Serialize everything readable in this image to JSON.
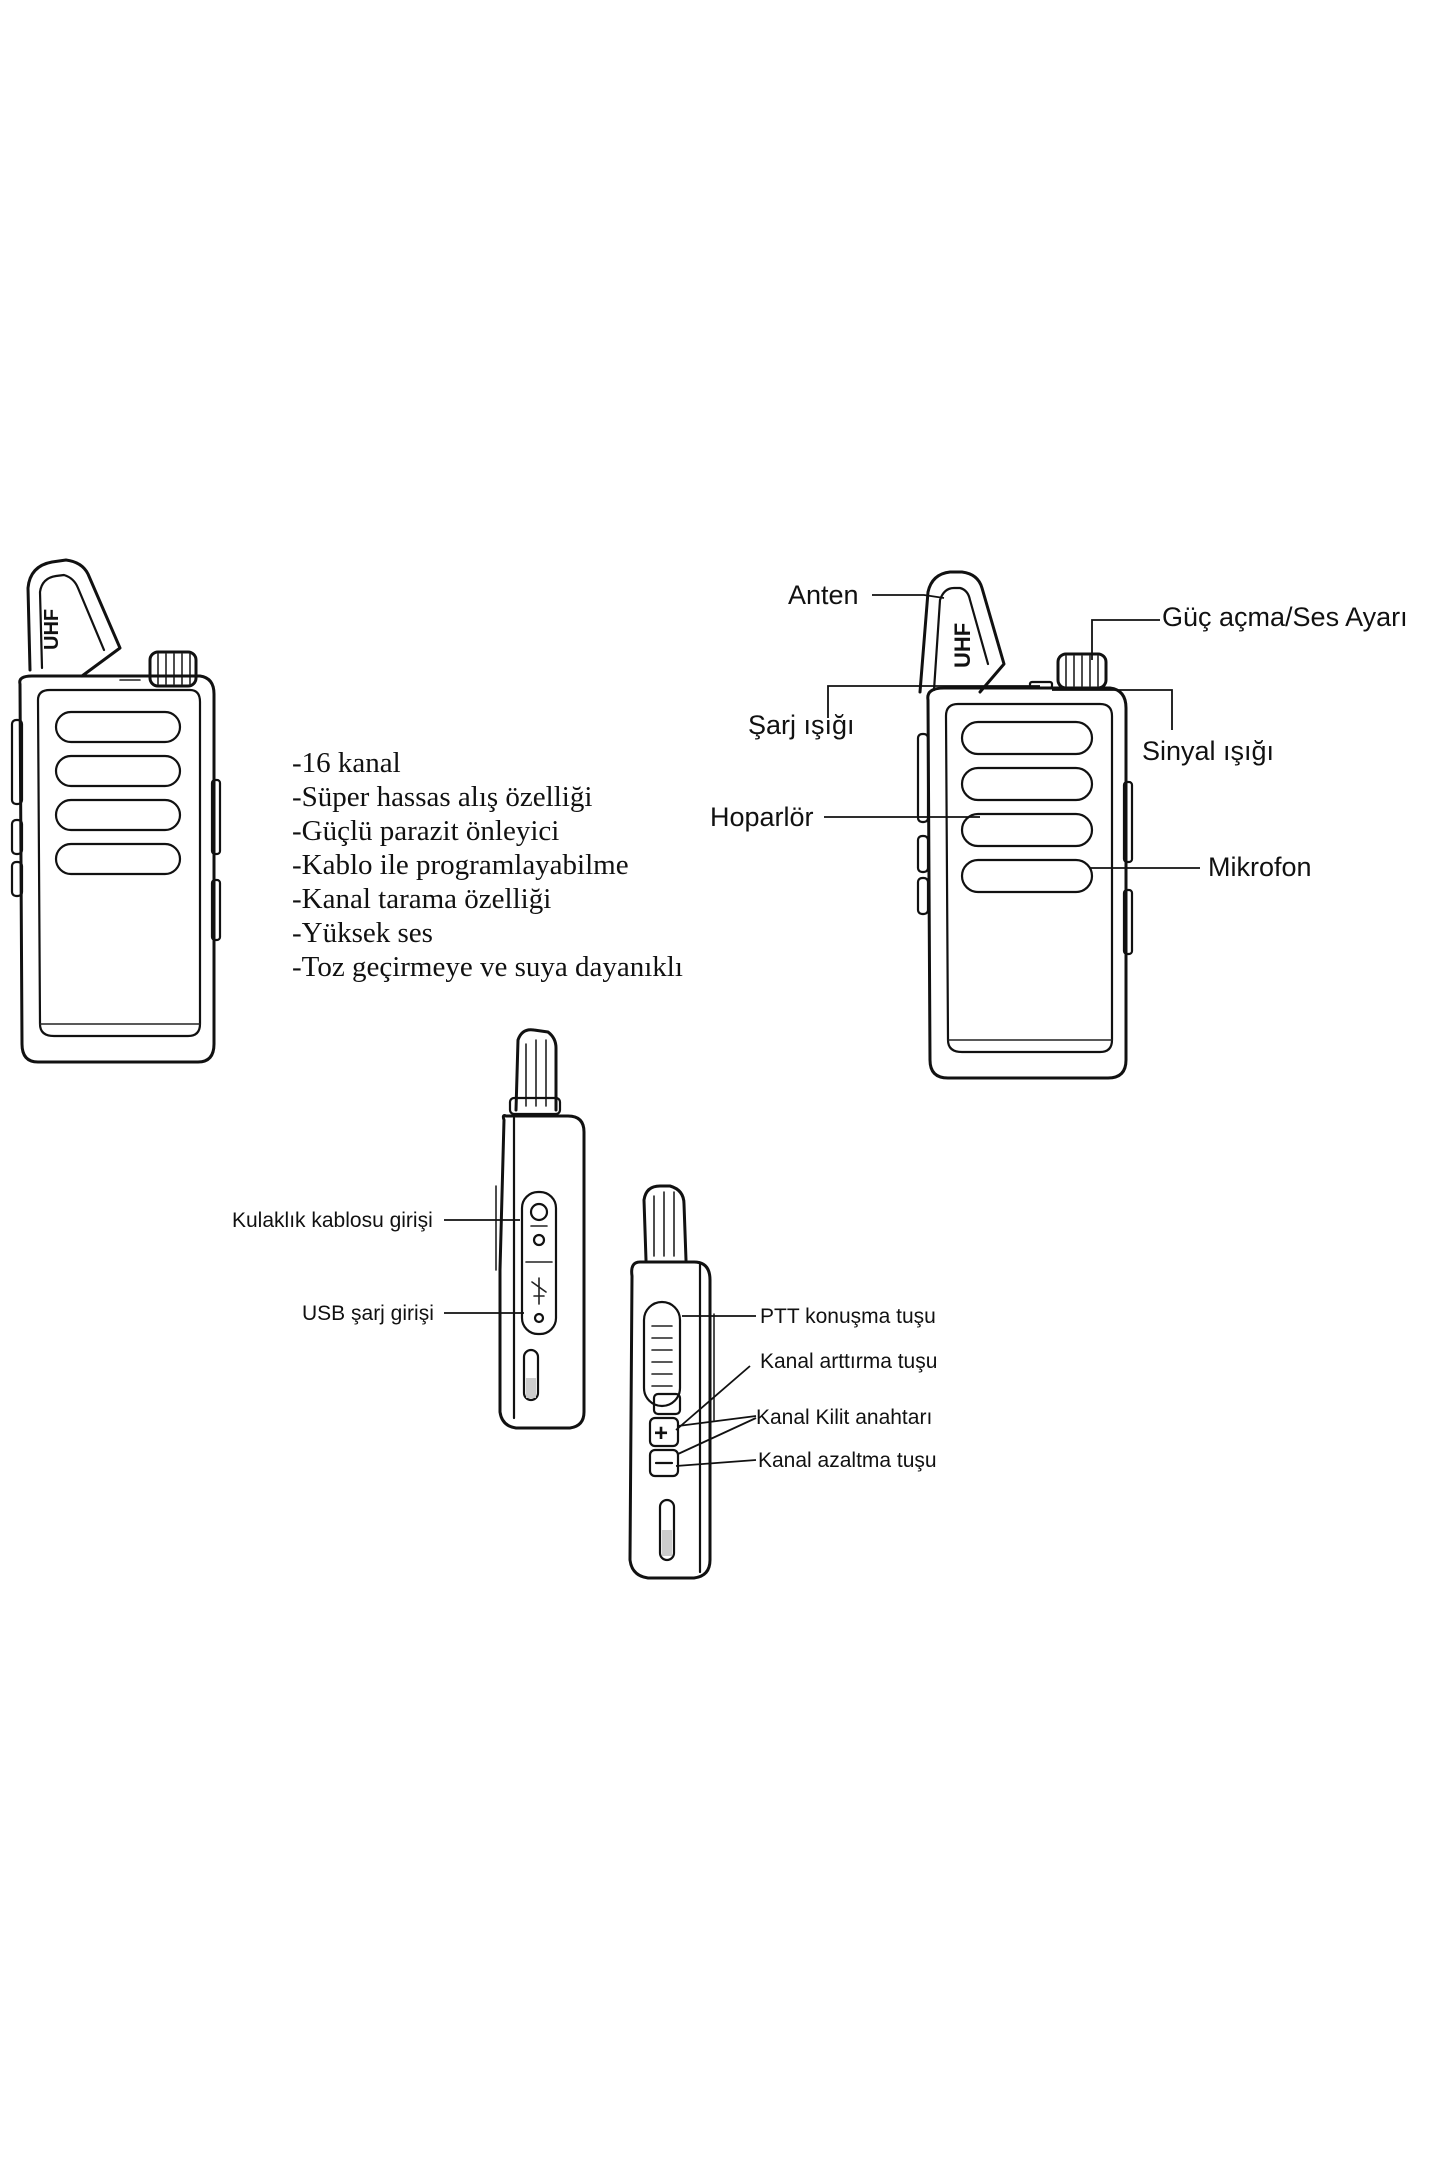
{
  "features": [
    "-16 kanal",
    "-Süper hassas alış özelliği",
    "-Güçlü parazit önleyici",
    "-Kablo ile programlayabilme",
    "-Kanal tarama özelliği",
    "-Yüksek ses",
    "-Toz geçirmeye ve suya dayanıklı"
  ],
  "front_labels": {
    "anten": "Anten",
    "power": "Güç açma/Ses Ayarı",
    "charge_light": "Şarj ışığı",
    "signal_light": "Sinyal ışığı",
    "speaker": "Hoparlör",
    "mic": "Mikrofon"
  },
  "side_labels": {
    "earphone": "Kulaklık kablosu girişi",
    "usb": "USB şarj girişi",
    "ptt": "PTT konuşma tuşu",
    "ch_up": "Kanal arttırma tuşu",
    "lock": "Kanal Kilit anahtarı",
    "ch_down": "Kanal azaltma tuşu"
  },
  "device_marking": "UHF"
}
